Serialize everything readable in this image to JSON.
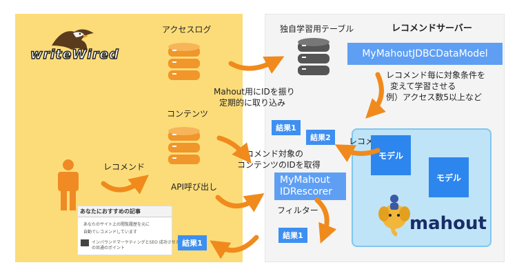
{
  "logo": {
    "text": "writeWired"
  },
  "labels": {
    "access_log": "アクセスログ",
    "contents": "コンテンツ",
    "recommend_user": "レコメンド",
    "api_call": "API呼び出し",
    "own_table": "独自学習用テーブル",
    "server_title": "レコメンドサーバー",
    "import_note_1": "Mahout用にIDを振り",
    "import_note_2": "定期的に取り込み",
    "learn_note_1": "レコメンド毎に対象条件を",
    "learn_note_2": "変えて学習させる",
    "learn_note_3": "例）アクセス数5以上など",
    "recommend_arrow": "レコメンド",
    "get_ids_1": "レコメンド対象の",
    "get_ids_2": "コンテンツのIDを取得",
    "filter": "フィルター"
  },
  "components": {
    "data_model": "MyMahoutJDBCDataModel",
    "rescorer_1": "MyMahout",
    "rescorer_2": "IDRescorer"
  },
  "results": {
    "r1_top": "結果1",
    "r2": "結果2",
    "r1_filtered": "結果1",
    "r1_final": "結果1"
  },
  "models": {
    "m1": "モデル",
    "m2": "モデル"
  },
  "mahout_brand": "mahout",
  "widget": {
    "title": "あなたにおすすめの記事",
    "intro_1": "あなたのサイト上の閲覧履歴を元に",
    "intro_2": "自動でレコメンドしています",
    "item_1": "インバウンドマーケティングとSEO 成功させるため",
    "item_2": "の共通のポイント"
  },
  "colors": {
    "left_bg": "#fcdc79",
    "right_bg": "#f4f4f4",
    "mahout_bg": "#bfe4f8",
    "result_blue": "#3d8ff2",
    "arrow_orange": "#f08a1c",
    "db_orange": "#f0962a",
    "db_dark": "#555555",
    "person": "#f08a24"
  },
  "icons": [
    "database-icon",
    "person-icon",
    "eagle-logo-icon",
    "elephant-icon",
    "curved-arrow-icon"
  ]
}
